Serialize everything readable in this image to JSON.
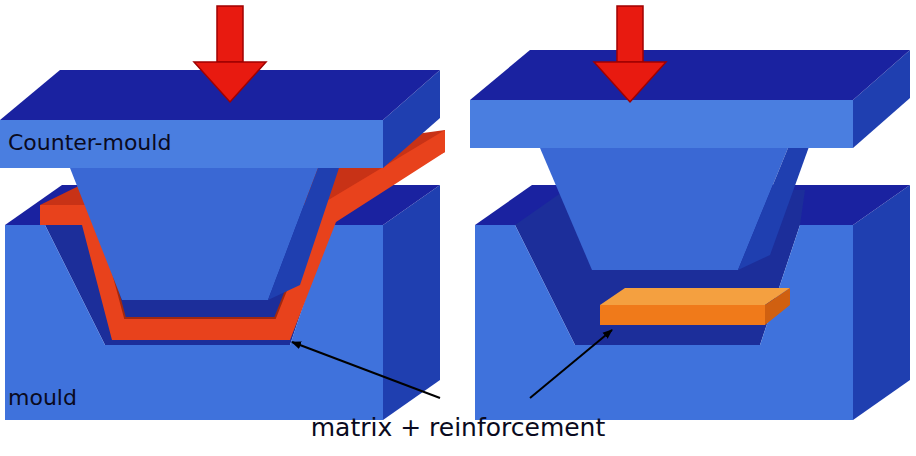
{
  "diagram": {
    "labels": [
      "Counter-mould",
      "mould",
      "matrix + reinforcement"
    ]
  }
}
